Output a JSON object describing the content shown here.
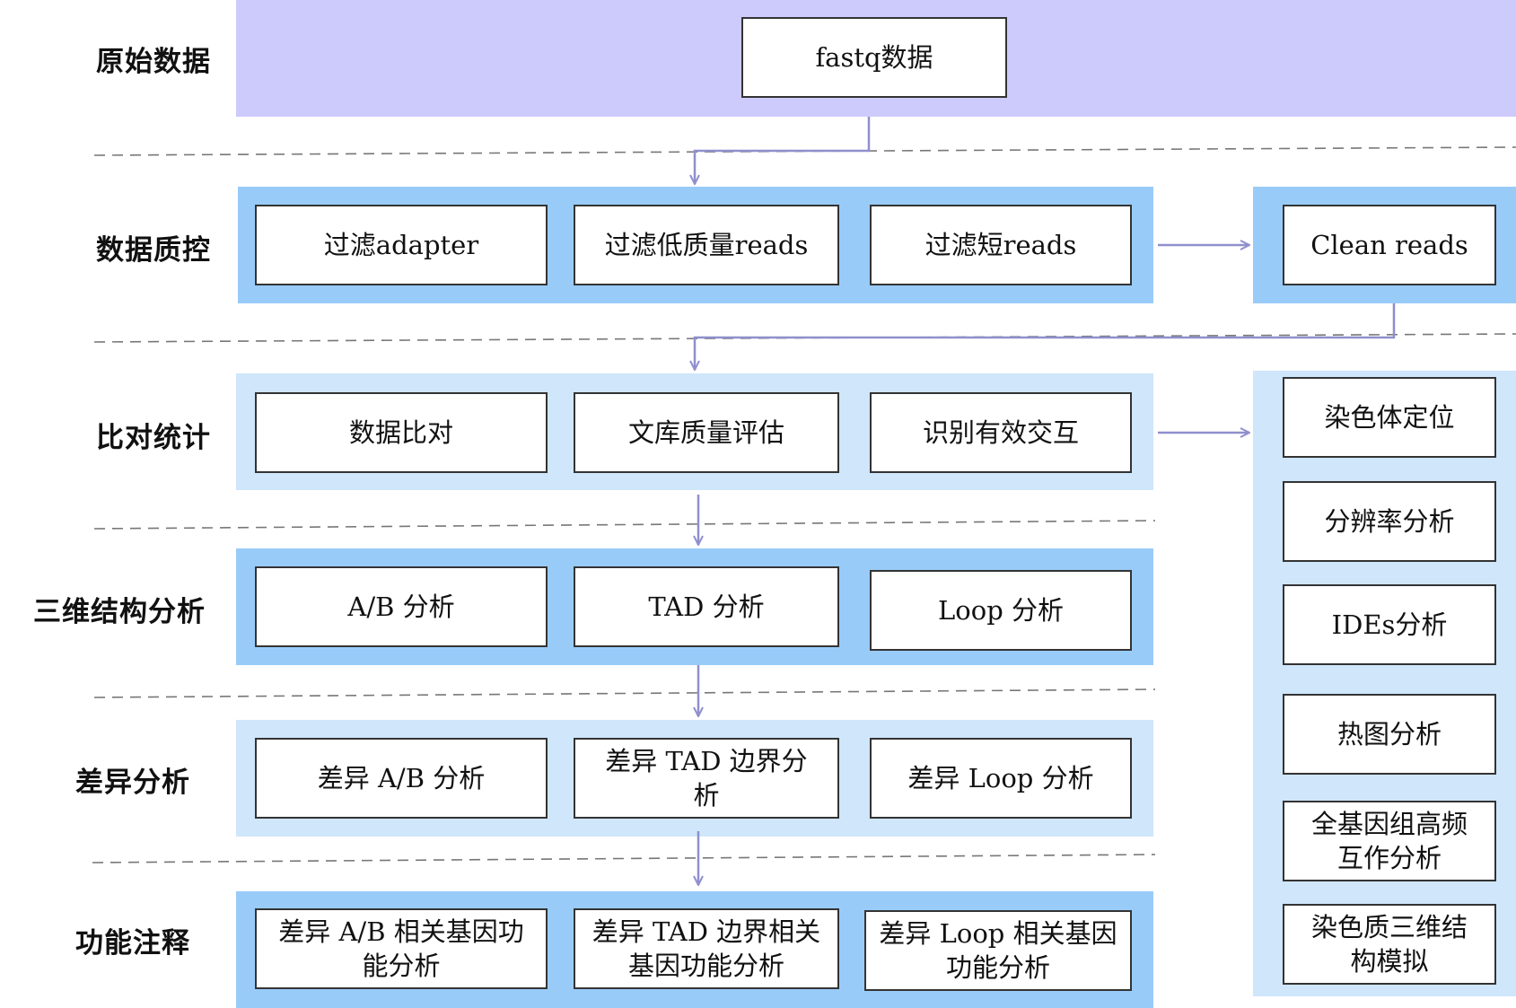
{
  "rows": {
    "raw": "原始数据",
    "qc": "数据质控",
    "align": "比对统计",
    "struct3d": "三维结构分析",
    "diff": "差异分析",
    "func": "功能注释"
  },
  "boxes": {
    "fastq": "fastq数据",
    "filter_adapter": "过滤adapter",
    "filter_lowq": "过滤低质量reads",
    "filter_short": "过滤短reads",
    "clean_reads": "Clean reads",
    "data_align": "数据比对",
    "lib_quality": "文库质量评估",
    "valid_interact": "识别有效交互",
    "ab_analysis": "A/B 分析",
    "tad_analysis": "TAD 分析",
    "loop_analysis": "Loop 分析",
    "diff_ab": "差异 A/B 分析",
    "diff_tad": "差异 TAD 边界分析",
    "diff_loop": "差异 Loop 分析",
    "func_ab": "差异 A/B 相关基因功能分析",
    "func_tad": "差异 TAD 边界相关基因功能分析",
    "func_loop": "差异 Loop 相关基因功能分析"
  },
  "side": {
    "chrom_pos": "染色体定位",
    "resolution": "分辨率分析",
    "ides": "IDEs分析",
    "heatmap": "热图分析",
    "genome_freq": "全基因组高频互作分析",
    "chromatin_3d": "染色质三维结构模拟"
  },
  "colors": {
    "band_purple": "#cdcbfb",
    "band_mid": "#99cbf9",
    "band_light": "#cfe6fb",
    "arrow": "#8f8fce",
    "divider": "#777777"
  }
}
